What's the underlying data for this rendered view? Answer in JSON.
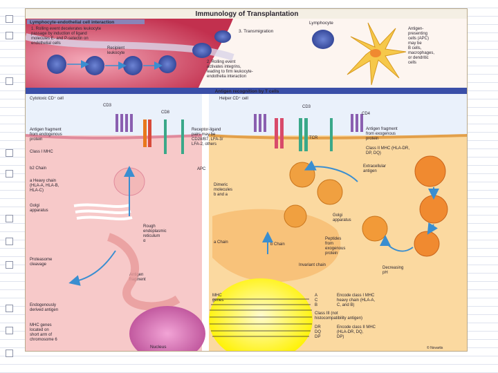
{
  "slide": {
    "title": "Immunology of Transplantation",
    "top_panel": {
      "header": "Lymphocyte-endothelial cell interaction",
      "step1": [
        "1. Rolling event decelerates leukocyte",
        "passage by induction of ligand",
        "molecules E- and P-selectin on",
        "endothelial cells"
      ],
      "recipient": [
        "Recipient",
        "leukocyte"
      ],
      "step2": [
        "2. Rolling event",
        "activates integrins,",
        "leading to firm leukocyte-",
        "endothelia interaction"
      ],
      "step3": "3. Transmigration",
      "lymphocyte": "Lymphocyte",
      "apc": [
        "Antigen-",
        "presenting",
        "cells (APC)",
        "may be",
        "B cells,",
        "macrophages,",
        "or dendritic",
        "cells"
      ]
    },
    "recognition_header": "Antigen recognition by T cells",
    "left_panel": {
      "cytotoxic": "Cytotoxic CD⁺ cell",
      "cd3": "CD3",
      "cd8": "CD8",
      "antigen_fragment": [
        "Antigen fragment",
        "from endogenous",
        "protein"
      ],
      "class1": "Class I MHC",
      "b2": "b2 Chain",
      "heavy": [
        "a Heavy chain",
        "(HLA-A, HLA-B,",
        "HLA-C)"
      ],
      "golgi": [
        "Golgi",
        "apparatus"
      ],
      "rough_er": [
        "Rough",
        "endoplasmic",
        "reticulum",
        "α"
      ],
      "proteasome": [
        "Proteasome",
        "cleavage"
      ],
      "antigen_frag2": [
        "Antigen",
        "fragment"
      ],
      "endogenous": [
        "Endogenously",
        "derived antigen"
      ],
      "mhc_genes_loc": [
        "MHC genes",
        "located on",
        "short arm of",
        "chromosome 6"
      ],
      "nucleus": "Nucleus"
    },
    "center": {
      "receptor": [
        "Receptor-ligand",
        "pairs may be",
        "CD28/B7, LFA-3/",
        "LFA-2, others"
      ],
      "apc": "APC",
      "dimeric": [
        "Dimeric",
        "molecules",
        "b and a"
      ],
      "alpha_chain": "a Chain",
      "beta_chain": "b Chain",
      "invariant": "Invariant chain",
      "mhc_genes": [
        "MHC",
        "genes"
      ]
    },
    "right_panel": {
      "helper": "Helper CD⁺ cell",
      "cd3": "CD3",
      "cd4": "CD4",
      "tcr": "TCR",
      "antigen_exo": [
        "Antigen fragment",
        "from exogenous",
        "protein"
      ],
      "class2": [
        "Class II MHC (HLA-DR,",
        "DP, DQ)"
      ],
      "extracellular": [
        "Extracellular",
        "antigen"
      ],
      "golgi": [
        "Golgi",
        "apparatus"
      ],
      "peptides": [
        "Peptides",
        "from",
        "exogenous",
        "protein"
      ],
      "decreasing": [
        "Decreasing",
        "pH"
      ]
    },
    "gene_map": {
      "class1_letters": [
        "A",
        "C",
        "B"
      ],
      "class1_desc": [
        "Encode class I MHC",
        "heavy chain (HLA-A,",
        "C, and B)"
      ],
      "class3": [
        "Class III (not",
        "histocompatibility antigen)"
      ],
      "class2_letters": [
        "DR",
        "DQ",
        "DP"
      ],
      "class2_desc": [
        "Encode class II MHC",
        "(HLA-DR, DQ,",
        "DP)"
      ]
    },
    "credit": "© Novartis"
  },
  "colors": {
    "bullet_border": "#8d93a8",
    "panel_bg": "#fbf3e6",
    "header_bar": "#3a4fa8",
    "left_cell": "#f7c9c9",
    "right_cell": "#fbd9a0",
    "nucleus": "#c760a4",
    "mhc_zone": "#fff200"
  }
}
